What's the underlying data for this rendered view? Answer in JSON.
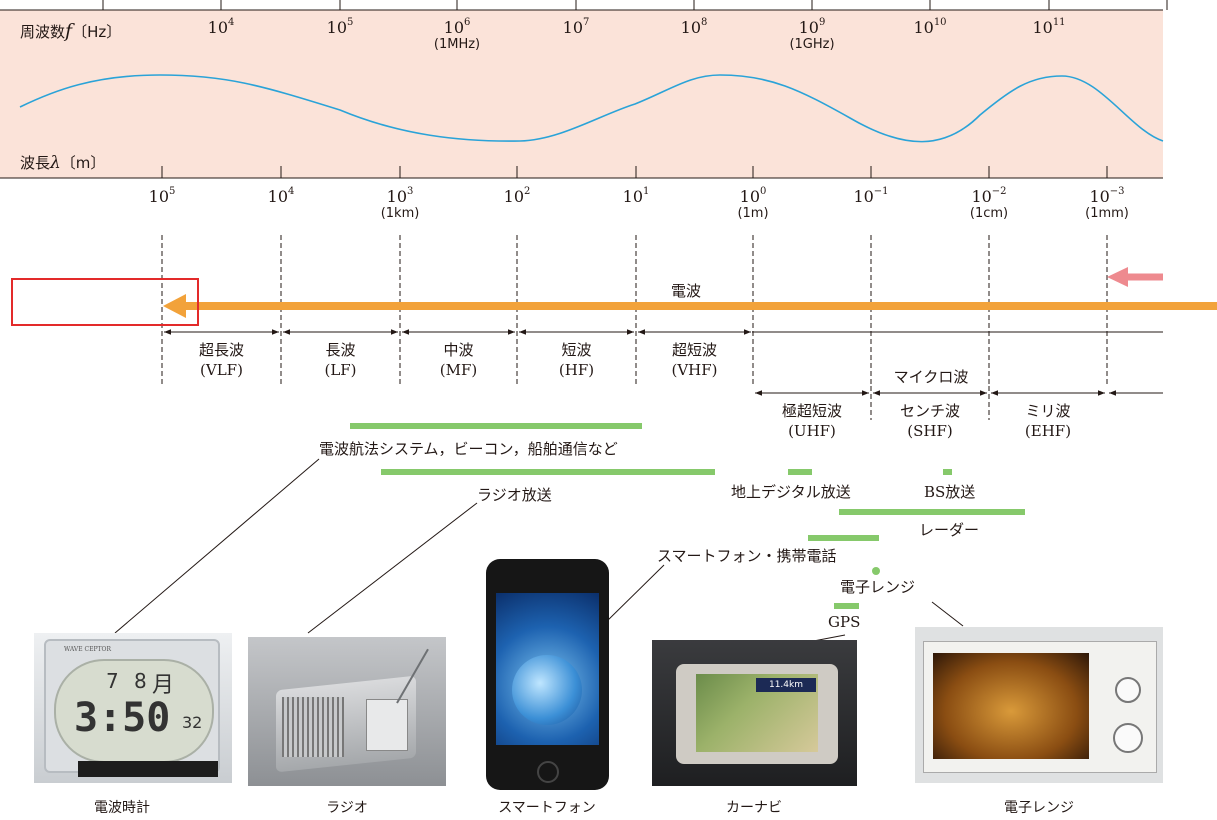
{
  "frequency_axis": {
    "label_prefix": "周波数",
    "label_symbol": "f",
    "label_unit": "〔Hz〕",
    "ticks": [
      {
        "base": "10",
        "exp": "4",
        "note": ""
      },
      {
        "base": "10",
        "exp": "5",
        "note": ""
      },
      {
        "base": "10",
        "exp": "6",
        "note": "(1MHz)"
      },
      {
        "base": "10",
        "exp": "7",
        "note": ""
      },
      {
        "base": "10",
        "exp": "8",
        "note": ""
      },
      {
        "base": "10",
        "exp": "9",
        "note": "(1GHz)"
      },
      {
        "base": "10",
        "exp": "10",
        "note": ""
      },
      {
        "base": "10",
        "exp": "11",
        "note": ""
      }
    ]
  },
  "wavelength_axis": {
    "label_prefix": "波長",
    "label_symbol": "λ",
    "label_unit": "〔m〕",
    "ticks": [
      {
        "base": "10",
        "exp": "5",
        "note": ""
      },
      {
        "base": "10",
        "exp": "4",
        "note": ""
      },
      {
        "base": "10",
        "exp": "3",
        "note": "(1km)"
      },
      {
        "base": "10",
        "exp": "2",
        "note": ""
      },
      {
        "base": "10",
        "exp": "1",
        "note": ""
      },
      {
        "base": "10",
        "exp": "0",
        "note": "(1m)"
      },
      {
        "base": "10",
        "exp": "−1",
        "note": ""
      },
      {
        "base": "10",
        "exp": "−2",
        "note": "(1cm)"
      },
      {
        "base": "10",
        "exp": "−3",
        "note": "(1mm)"
      }
    ]
  },
  "radio_wave_label": "電波",
  "bands": [
    {
      "name": "超長波",
      "abbr": "(VLF)"
    },
    {
      "name": "長波",
      "abbr": "(LF)"
    },
    {
      "name": "中波",
      "abbr": "(MF)"
    },
    {
      "name": "短波",
      "abbr": "(HF)"
    },
    {
      "name": "超短波",
      "abbr": "(VHF)"
    }
  ],
  "microwave_label": "マイクロ波",
  "microwave_bands": [
    {
      "name": "極超短波",
      "abbr": "(UHF)"
    },
    {
      "name": "センチ波",
      "abbr": "(SHF)"
    },
    {
      "name": "ミリ波",
      "abbr": "(EHF)"
    }
  ],
  "uses": {
    "navigation": "電波航法システム，ビーコン，船舶通信など",
    "radio_broadcast": "ラジオ放送",
    "digital_tv": "地上デジタル放送",
    "bs": "BS放送",
    "radar": "レーダー",
    "smartphone": "スマートフォン・携帯電話",
    "microwave_oven": "電子レンジ",
    "gps": "GPS"
  },
  "photos": [
    {
      "caption": "電波時計"
    },
    {
      "caption": "ラジオ"
    },
    {
      "caption": "スマートフォン"
    },
    {
      "caption": "カーナビ"
    },
    {
      "caption": "電子レンジ"
    }
  ],
  "clock_display": {
    "brand": "WAVE CEPTOR",
    "day": "7",
    "month": "8",
    "month_char": "月",
    "time": "3:50",
    "seconds": "32"
  },
  "navi_display": {
    "distance": "11.4km"
  },
  "colors": {
    "band_background": "#fbe3d9",
    "wave_line": "#2aa3d8",
    "radio_arrow": "#f2a23a",
    "next_region_arrow": "#ee8a8f",
    "highlight_box": "#e32a2a",
    "use_bar": "#86c96b"
  }
}
